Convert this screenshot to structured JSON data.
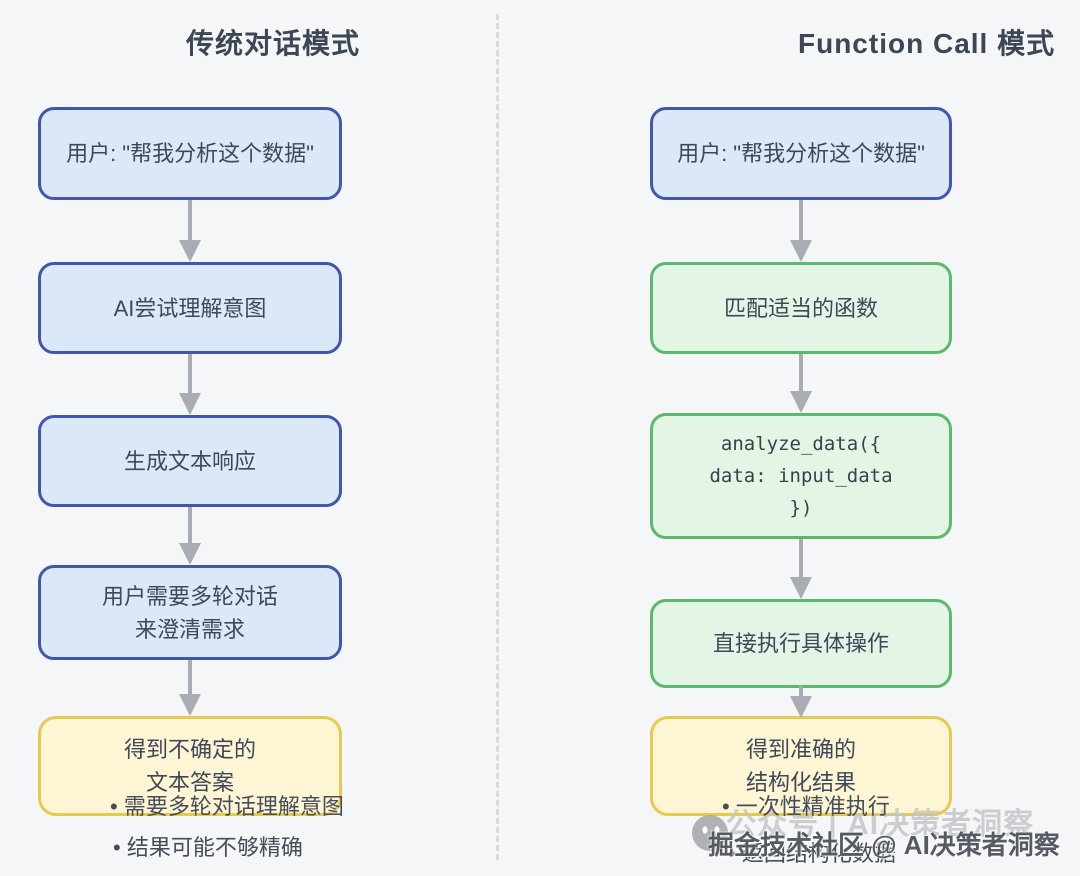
{
  "left_column": {
    "title": "传统对话模式",
    "boxes": [
      {
        "lines": [
          "用户: \"帮我分析这个数据\""
        ]
      },
      {
        "lines": [
          "AI尝试理解意图"
        ]
      },
      {
        "lines": [
          "生成文本响应"
        ]
      },
      {
        "lines": [
          "用户需要多轮对话",
          "来澄清需求"
        ]
      },
      {
        "lines": [
          "得到不确定的",
          "文本答案"
        ]
      }
    ],
    "bullets": [
      "• 需要多轮对话理解意图",
      "• 结果可能不够精确"
    ]
  },
  "right_column": {
    "title": "Function Call 模式",
    "boxes": [
      {
        "lines": [
          "用户: \"帮我分析这个数据\""
        ]
      },
      {
        "lines": [
          "匹配适当的函数"
        ]
      },
      {
        "lines": [
          "analyze_data({",
          "data: input_data",
          "})"
        ]
      },
      {
        "lines": [
          "直接执行具体操作"
        ]
      },
      {
        "lines": [
          "得到准确的",
          "结构化结果"
        ]
      }
    ],
    "bullets": [
      "• 一次性精准执行",
      "• 返回结构化数据"
    ]
  },
  "watermark": {
    "background_text": "公众号 | AI决策者洞察",
    "foreground_text": "掘金技术社区 @ AI决策者洞察",
    "icon": "wechat-icon"
  },
  "colors": {
    "background": "#f5f6f8",
    "blue_fill": "#dbe8f8",
    "blue_border": "#4256b0",
    "green_fill": "#e3f6e6",
    "green_border": "#5cb86a",
    "yellow_fill": "#fdf5d3",
    "yellow_border": "#e7c94f",
    "arrow": "#a9acb2",
    "node_text": "#3f4858",
    "title_text": "#3d4654"
  }
}
